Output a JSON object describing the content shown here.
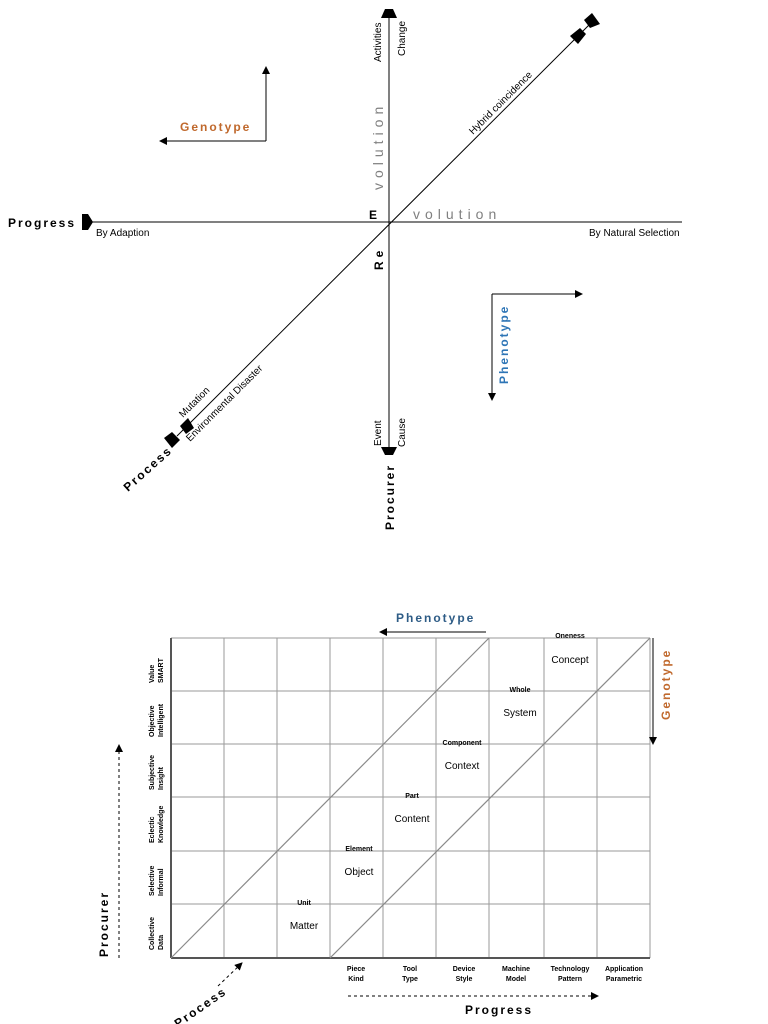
{
  "top_diagram": {
    "vertical_top_labels": [
      "Activities",
      "Change"
    ],
    "vertical_bottom_labels": [
      "Event",
      "Cause"
    ],
    "horizontal_left_label": "Progress",
    "horizontal_left_sub": "By Adaption",
    "horizontal_right_sub": "By Natural Selection",
    "diagonal_upper_label": "Hybrid coincidence",
    "diagonal_lower_labels": [
      "Mutation",
      "Environmental Disaster"
    ],
    "diagonal_lower_axis": "Process",
    "vertical_bottom_axis": "Procurer",
    "genotype": "Genotype",
    "phenotype": "Phenotype",
    "evolution_vertical": "volution",
    "evolution_horizontal": "volution",
    "center_e": "E",
    "center_re": "Re"
  },
  "bottom_diagram": {
    "phenotype": "Phenotype",
    "genotype": "Genotype",
    "procurer": "Procurer",
    "progress": "Progress",
    "process": "Process",
    "y_rows": [
      {
        "top": "Value",
        "bottom": "SMART"
      },
      {
        "top": "Objective",
        "bottom": "Intelligent"
      },
      {
        "top": "Subjective",
        "bottom": "Insight"
      },
      {
        "top": "Eclectic",
        "bottom": "Knowledge"
      },
      {
        "top": "Selective",
        "bottom": "Informal"
      },
      {
        "top": "Collective",
        "bottom": "Data"
      }
    ],
    "x_cols": [
      {
        "top": "Piece",
        "bottom": "Kind"
      },
      {
        "top": "Tool",
        "bottom": "Type"
      },
      {
        "top": "Device",
        "bottom": "Style"
      },
      {
        "top": "Machine",
        "bottom": "Model"
      },
      {
        "top": "Technology",
        "bottom": "Pattern"
      },
      {
        "top": "Application",
        "bottom": "Parametric"
      }
    ],
    "cells": [
      {
        "small": "Unit",
        "big": "Matter"
      },
      {
        "small": "Element",
        "big": "Object"
      },
      {
        "small": "Part",
        "big": "Content"
      },
      {
        "small": "Component",
        "big": "Context"
      },
      {
        "small": "Whole",
        "big": "System"
      },
      {
        "small": "Oneness",
        "big": "Concept"
      }
    ]
  }
}
